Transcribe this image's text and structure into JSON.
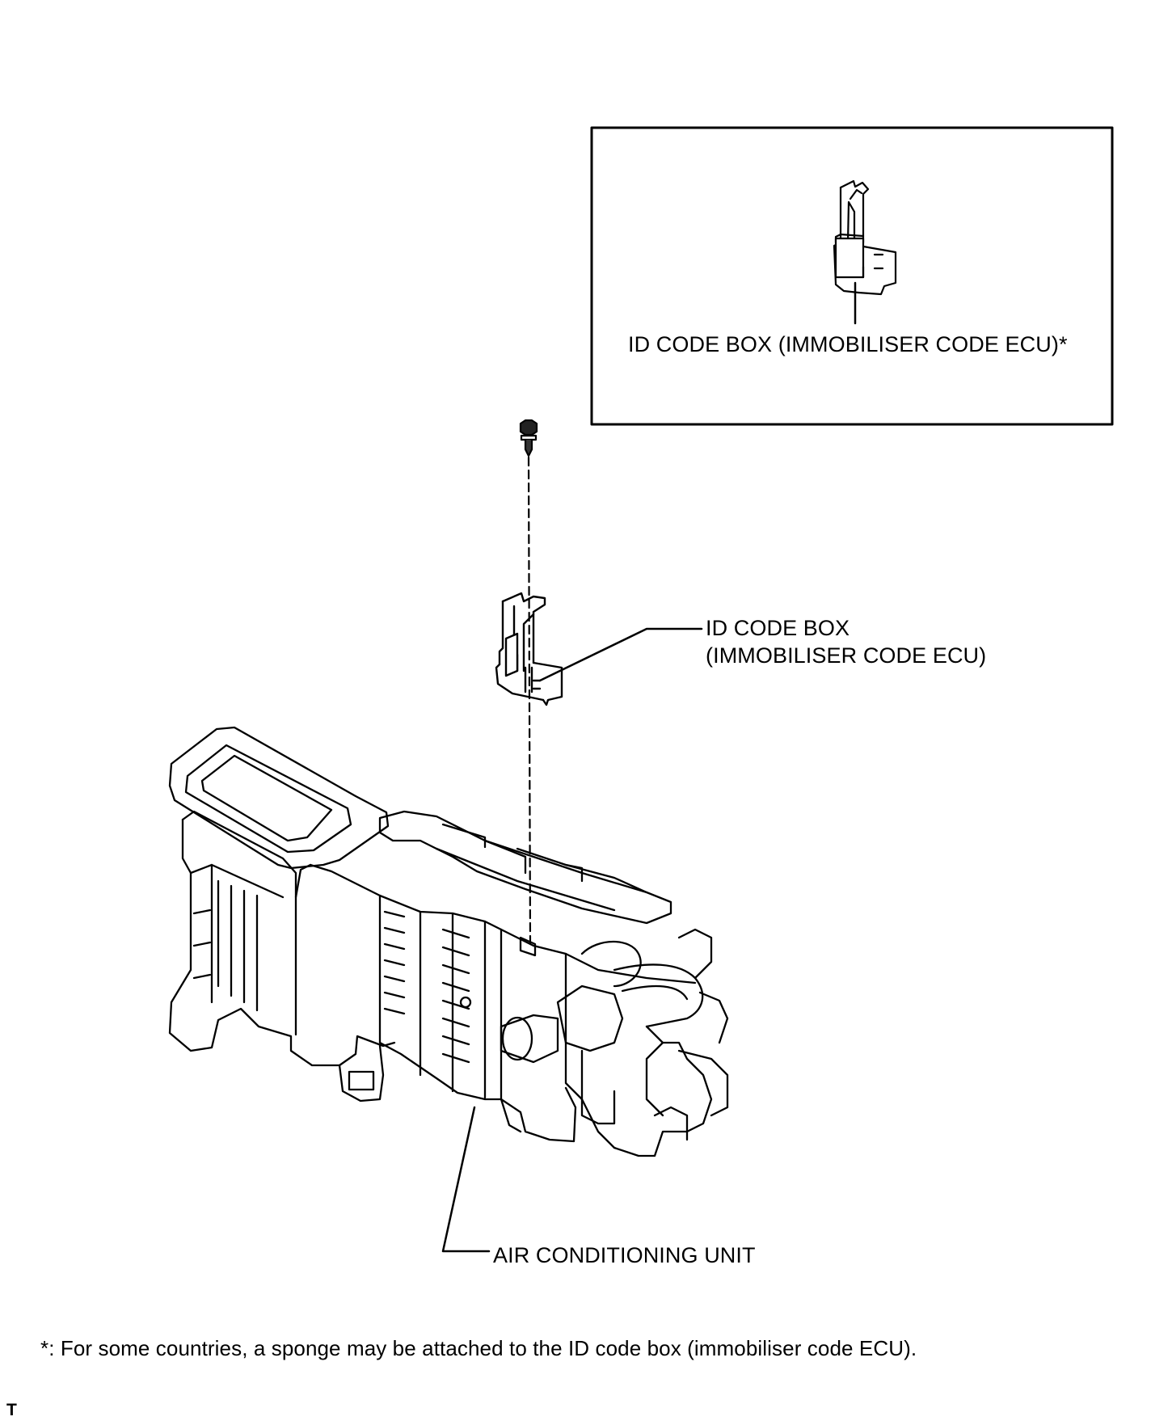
{
  "callouts": {
    "inset_label": "ID CODE BOX (IMMOBILISER CODE ECU)*",
    "ecu_label_line1": "ID CODE BOX",
    "ecu_label_line2": "(IMMOBILISER CODE ECU)",
    "ac_unit_label": "AIR CONDITIONING UNIT"
  },
  "footnote": "*: For some countries, a sponge may be attached to the ID code box (immobiliser code ECU).",
  "corner_mark": "T",
  "components": [
    {
      "name": "ID CODE BOX (IMMOBILISER CODE ECU)",
      "in_inset": true
    },
    {
      "name": "bolt",
      "labeled": false
    },
    {
      "name": "ID CODE BOX (IMMOBILISER CODE ECU)",
      "in_inset": false
    },
    {
      "name": "AIR CONDITIONING UNIT",
      "in_inset": false
    }
  ],
  "colors": {
    "line": "#000000",
    "background": "#ffffff"
  }
}
